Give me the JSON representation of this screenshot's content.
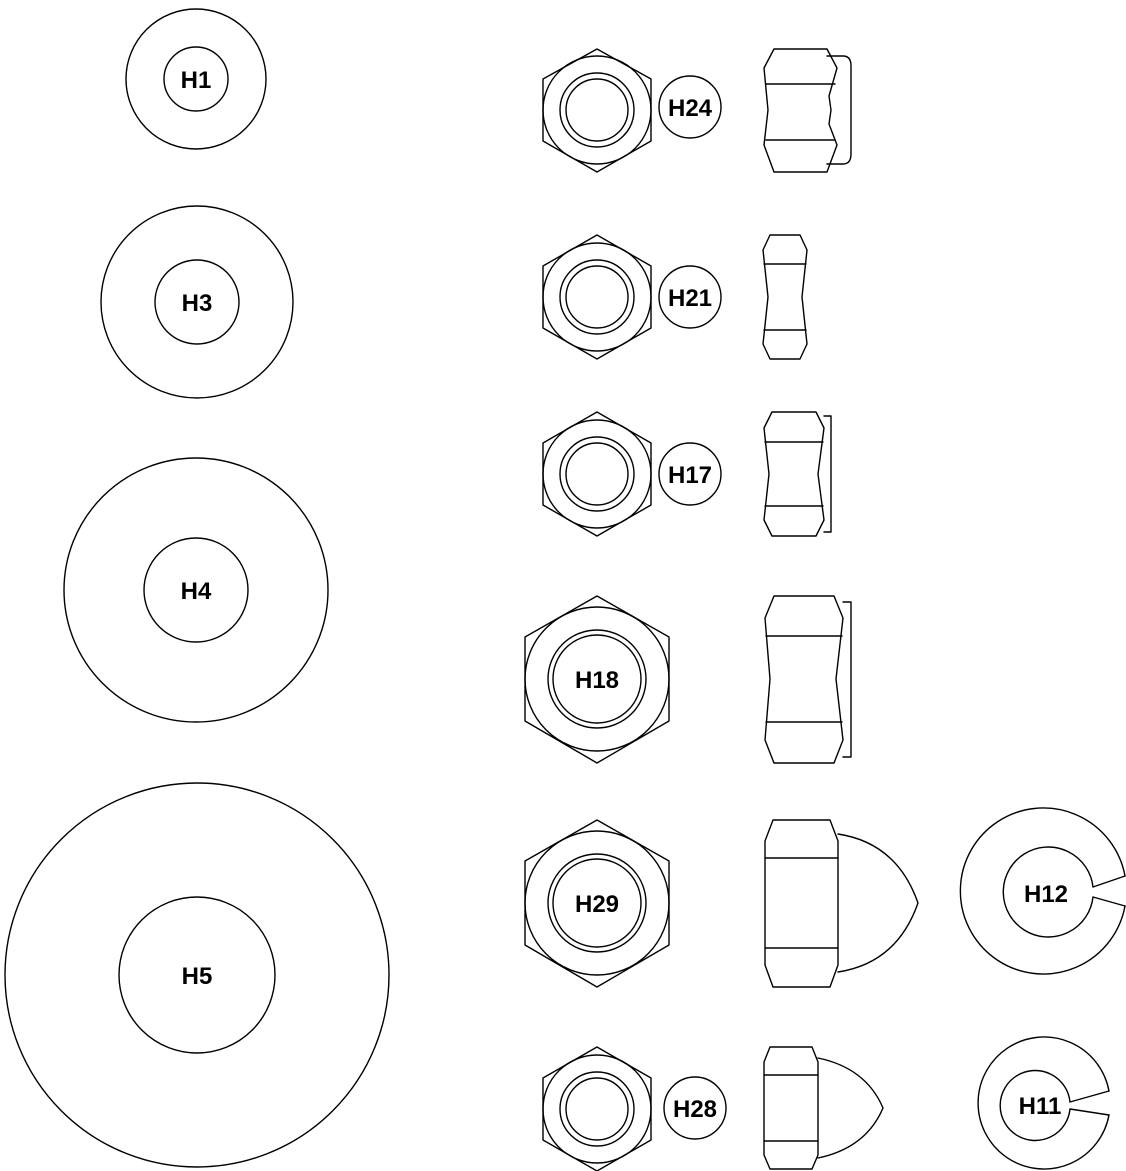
{
  "diagram": {
    "washers": [
      {
        "label": "H1"
      },
      {
        "label": "H3"
      },
      {
        "label": "H4"
      },
      {
        "label": "H5"
      }
    ],
    "nuts": [
      {
        "label": "H24"
      },
      {
        "label": "H21"
      },
      {
        "label": "H17"
      },
      {
        "label": "H18"
      },
      {
        "label": "H29"
      },
      {
        "label": "H28"
      }
    ],
    "split_washers": [
      {
        "label": "H12"
      },
      {
        "label": "H11"
      }
    ]
  }
}
